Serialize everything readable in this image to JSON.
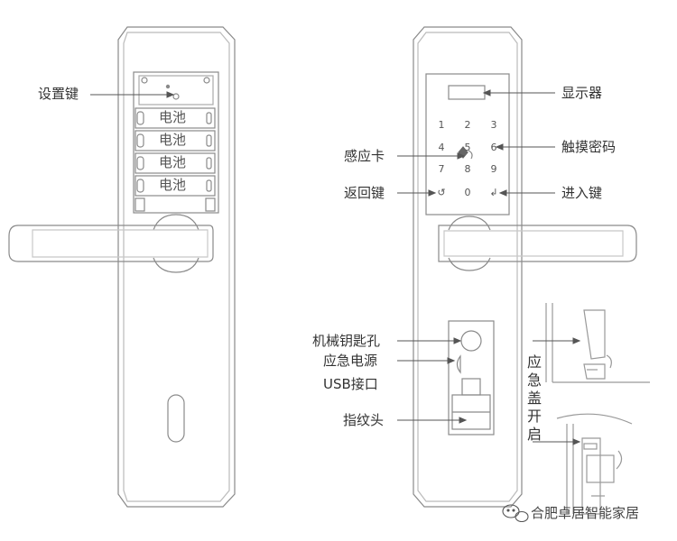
{
  "left_panel": {
    "setting_key_label": "设置键",
    "batteries": [
      "电池",
      "电池",
      "电池",
      "电池"
    ]
  },
  "right_panel": {
    "display_label": "显示器",
    "touch_password_label": "触摸密码",
    "card_sensor_label": "感应卡",
    "back_key_label": "返回键",
    "enter_key_label": "进入键",
    "keypad": [
      "1",
      "2",
      "3",
      "4",
      "5",
      "6",
      "7",
      "8",
      "9",
      "↺",
      "0",
      "↲"
    ],
    "mech_key_hole_label": "机械钥匙孔",
    "emergency_power_label": "应急电源",
    "usb_label": "USB接口",
    "fingerprint_label": "指纹头",
    "emergency_cover_label": [
      "应",
      "急",
      "盖",
      "开",
      "启"
    ]
  },
  "watermark": {
    "text": "合肥卓居智能家居"
  }
}
